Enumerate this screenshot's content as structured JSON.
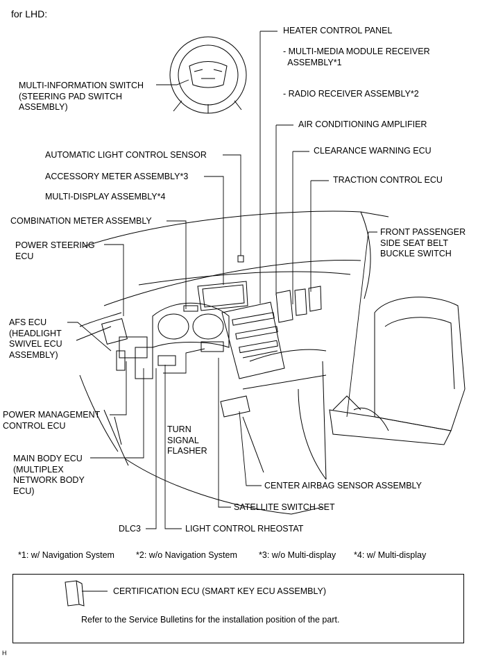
{
  "header": {
    "title": "for LHD:"
  },
  "labels": {
    "heater_control_panel": "HEATER CONTROL PANEL",
    "multimedia_receiver": "- MULTI-MEDIA MODULE RECEIVER\n  ASSEMBLY*1",
    "radio_receiver": "- RADIO RECEIVER ASSEMBLY*2",
    "air_conditioning_amplifier": "AIR CONDITIONING AMPLIFIER",
    "clearance_warning_ecu": "CLEARANCE WARNING ECU",
    "traction_control_ecu": "TRACTION CONTROL ECU",
    "front_passenger_seat_belt": "FRONT PASSENGER\nSIDE SEAT BELT\nBUCKLE SWITCH",
    "multi_information_switch": "MULTI-INFORMATION SWITCH\n(STEERING PAD SWITCH\nASSEMBLY)",
    "automatic_light_control_sensor": "AUTOMATIC LIGHT CONTROL SENSOR",
    "accessory_meter": "ACCESSORY METER ASSEMBLY*3",
    "multi_display": "MULTI-DISPLAY ASSEMBLY*4",
    "combination_meter": "COMBINATION METER ASSEMBLY",
    "power_steering_ecu": "POWER STEERING\nECU",
    "afs_ecu": "AFS ECU\n(HEADLIGHT\nSWIVEL ECU\nASSEMBLY)",
    "power_management_ecu": "POWER MANAGEMENT\nCONTROL ECU",
    "turn_signal_flasher": "TURN\nSIGNAL\nFLASHER",
    "main_body_ecu": "MAIN BODY ECU\n(MULTIPLEX\nNETWORK BODY\nECU)",
    "center_airbag_sensor": "CENTER AIRBAG SENSOR ASSEMBLY",
    "satellite_switch_set": "SATELLITE SWITCH SET",
    "dlc3": "DLC3",
    "light_control_rheostat": "LIGHT CONTROL RHEOSTAT"
  },
  "footnotes": {
    "n1": "*1: w/ Navigation System",
    "n2": "*2: w/o Navigation System",
    "n3": "*3: w/o Multi-display",
    "n4": "*4: w/ Multi-display"
  },
  "info_box": {
    "part_label": "CERTIFICATION ECU (SMART KEY ECU ASSEMBLY)",
    "note": "Refer to the Service Bulletins for the installation position of the part."
  },
  "corner_mark": "H"
}
